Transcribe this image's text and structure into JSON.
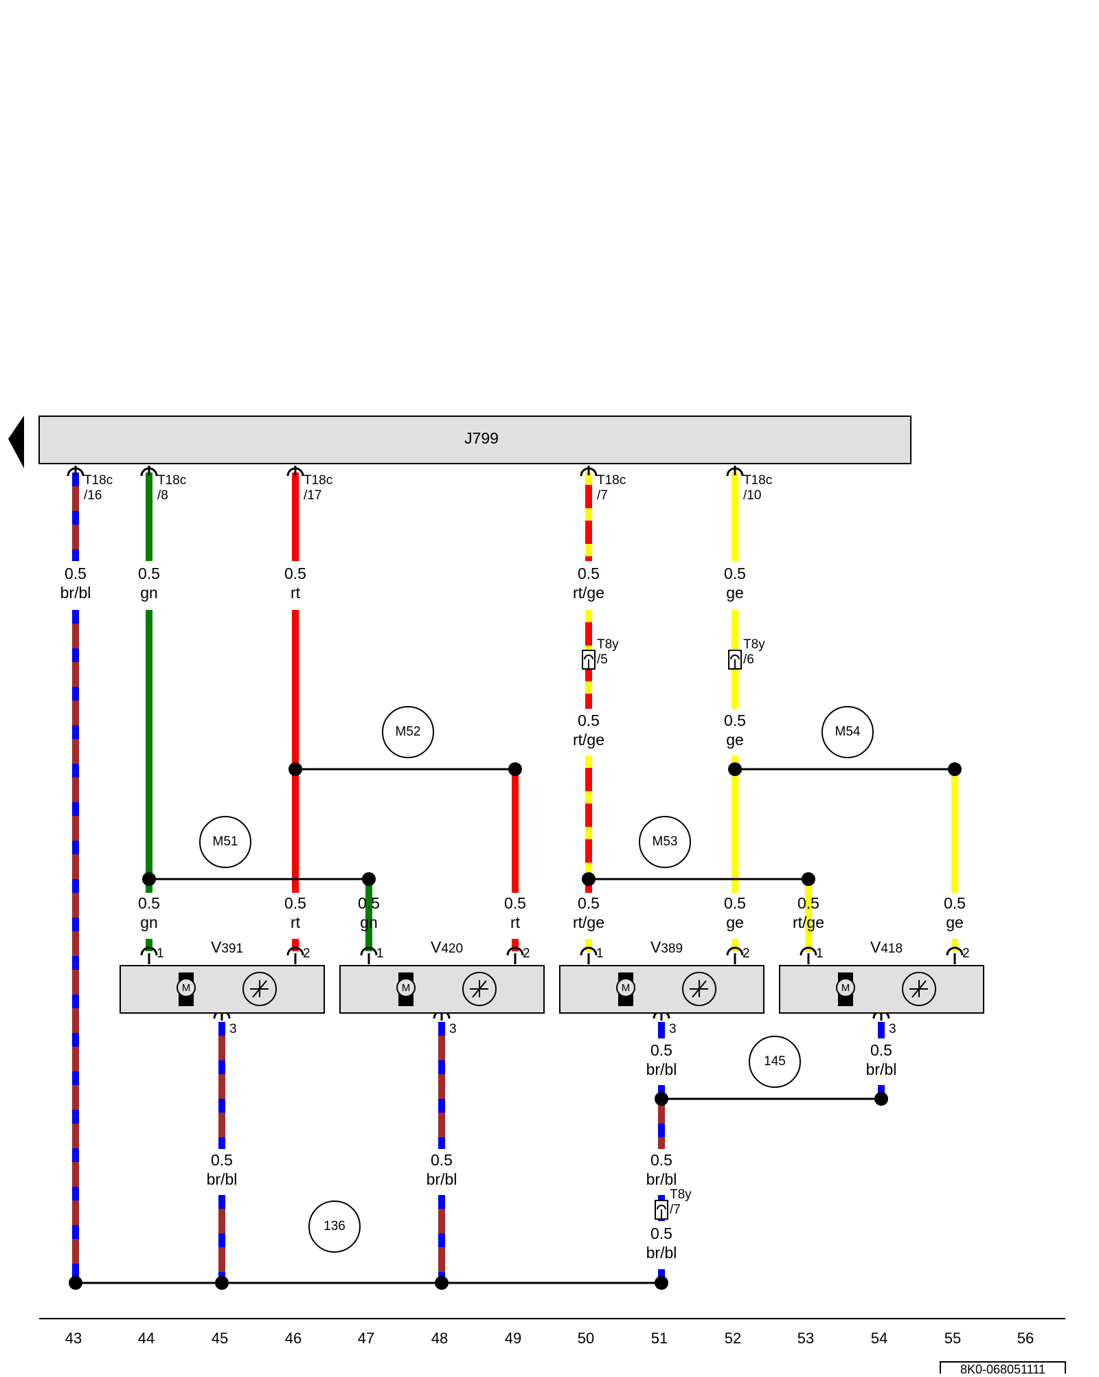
{
  "module": {
    "label": "J799"
  },
  "doc_number": "8K0-068051111",
  "columns": [
    "43",
    "44",
    "45",
    "46",
    "47",
    "48",
    "49",
    "50",
    "51",
    "52",
    "53",
    "54",
    "55",
    "56"
  ],
  "connectors": [
    {
      "id": "c-t18c-16",
      "top": "T18c",
      "sub": "/16"
    },
    {
      "id": "c-t18c-8",
      "top": "T18c",
      "sub": "/8"
    },
    {
      "id": "c-t18c-17",
      "top": "T18c",
      "sub": "/17"
    },
    {
      "id": "c-t18c-7",
      "top": "T18c",
      "sub": "/7"
    },
    {
      "id": "c-t18c-10",
      "top": "T18c",
      "sub": "/10"
    },
    {
      "id": "c-t8y-5",
      "top": "T8y",
      "sub": "/5"
    },
    {
      "id": "c-t8y-6",
      "top": "T8y",
      "sub": "/6"
    },
    {
      "id": "c-t8y-7",
      "top": "T8y",
      "sub": "/7"
    }
  ],
  "wire_labels": [
    {
      "id": "w1",
      "gauge": "0.5",
      "color": "br/bl"
    },
    {
      "id": "w2",
      "gauge": "0.5",
      "color": "gn"
    },
    {
      "id": "w3",
      "gauge": "0.5",
      "color": "rt"
    },
    {
      "id": "w4",
      "gauge": "0.5",
      "color": "rt/ge"
    },
    {
      "id": "w5",
      "gauge": "0.5",
      "color": "ge"
    },
    {
      "id": "w6",
      "gauge": "0.5",
      "color": "rt/ge"
    },
    {
      "id": "w7",
      "gauge": "0.5",
      "color": "ge"
    },
    {
      "id": "w8",
      "gauge": "0.5",
      "color": "gn"
    },
    {
      "id": "w9",
      "gauge": "0.5",
      "color": "rt"
    },
    {
      "id": "w10",
      "gauge": "0.5",
      "color": "gn"
    },
    {
      "id": "w11",
      "gauge": "0.5",
      "color": "rt"
    },
    {
      "id": "w12",
      "gauge": "0.5",
      "color": "rt/ge"
    },
    {
      "id": "w13",
      "gauge": "0.5",
      "color": "ge"
    },
    {
      "id": "w14",
      "gauge": "0.5",
      "color": "rt/ge"
    },
    {
      "id": "w15",
      "gauge": "0.5",
      "color": "ge"
    },
    {
      "id": "w16",
      "gauge": "0.5",
      "color": "br/bl"
    },
    {
      "id": "w17",
      "gauge": "0.5",
      "color": "br/bl"
    },
    {
      "id": "w18",
      "gauge": "0.5",
      "color": "br/bl"
    },
    {
      "id": "w19",
      "gauge": "0.5",
      "color": "br/bl"
    },
    {
      "id": "w20",
      "gauge": "0.5",
      "color": "br/bl"
    },
    {
      "id": "w21",
      "gauge": "0.5",
      "color": "br/bl"
    }
  ],
  "components": [
    {
      "id": "V391",
      "prefix": "V",
      "num": "391",
      "pins": [
        "1",
        "2",
        "3"
      ]
    },
    {
      "id": "V420",
      "prefix": "V",
      "num": "420",
      "pins": [
        "1",
        "2",
        "3"
      ]
    },
    {
      "id": "V389",
      "prefix": "V",
      "num": "389",
      "pins": [
        "1",
        "2",
        "3"
      ]
    },
    {
      "id": "V418",
      "prefix": "V",
      "num": "418",
      "pins": [
        "1",
        "2",
        "3"
      ]
    }
  ],
  "motor_symbol_label": "M",
  "circles": [
    {
      "id": "M52",
      "label": "M52"
    },
    {
      "id": "M54",
      "label": "M54"
    },
    {
      "id": "M51",
      "label": "M51"
    },
    {
      "id": "M53",
      "label": "M53"
    },
    {
      "id": "145",
      "label": "145"
    },
    {
      "id": "136",
      "label": "136"
    }
  ],
  "wire_colors": {
    "br": "#a52a2a",
    "bl": "#0000ff",
    "gn": "#008000",
    "rt": "#ff0000",
    "ge": "#ffff00",
    "line": "#000000",
    "module_fill": "#e0e0e0"
  }
}
